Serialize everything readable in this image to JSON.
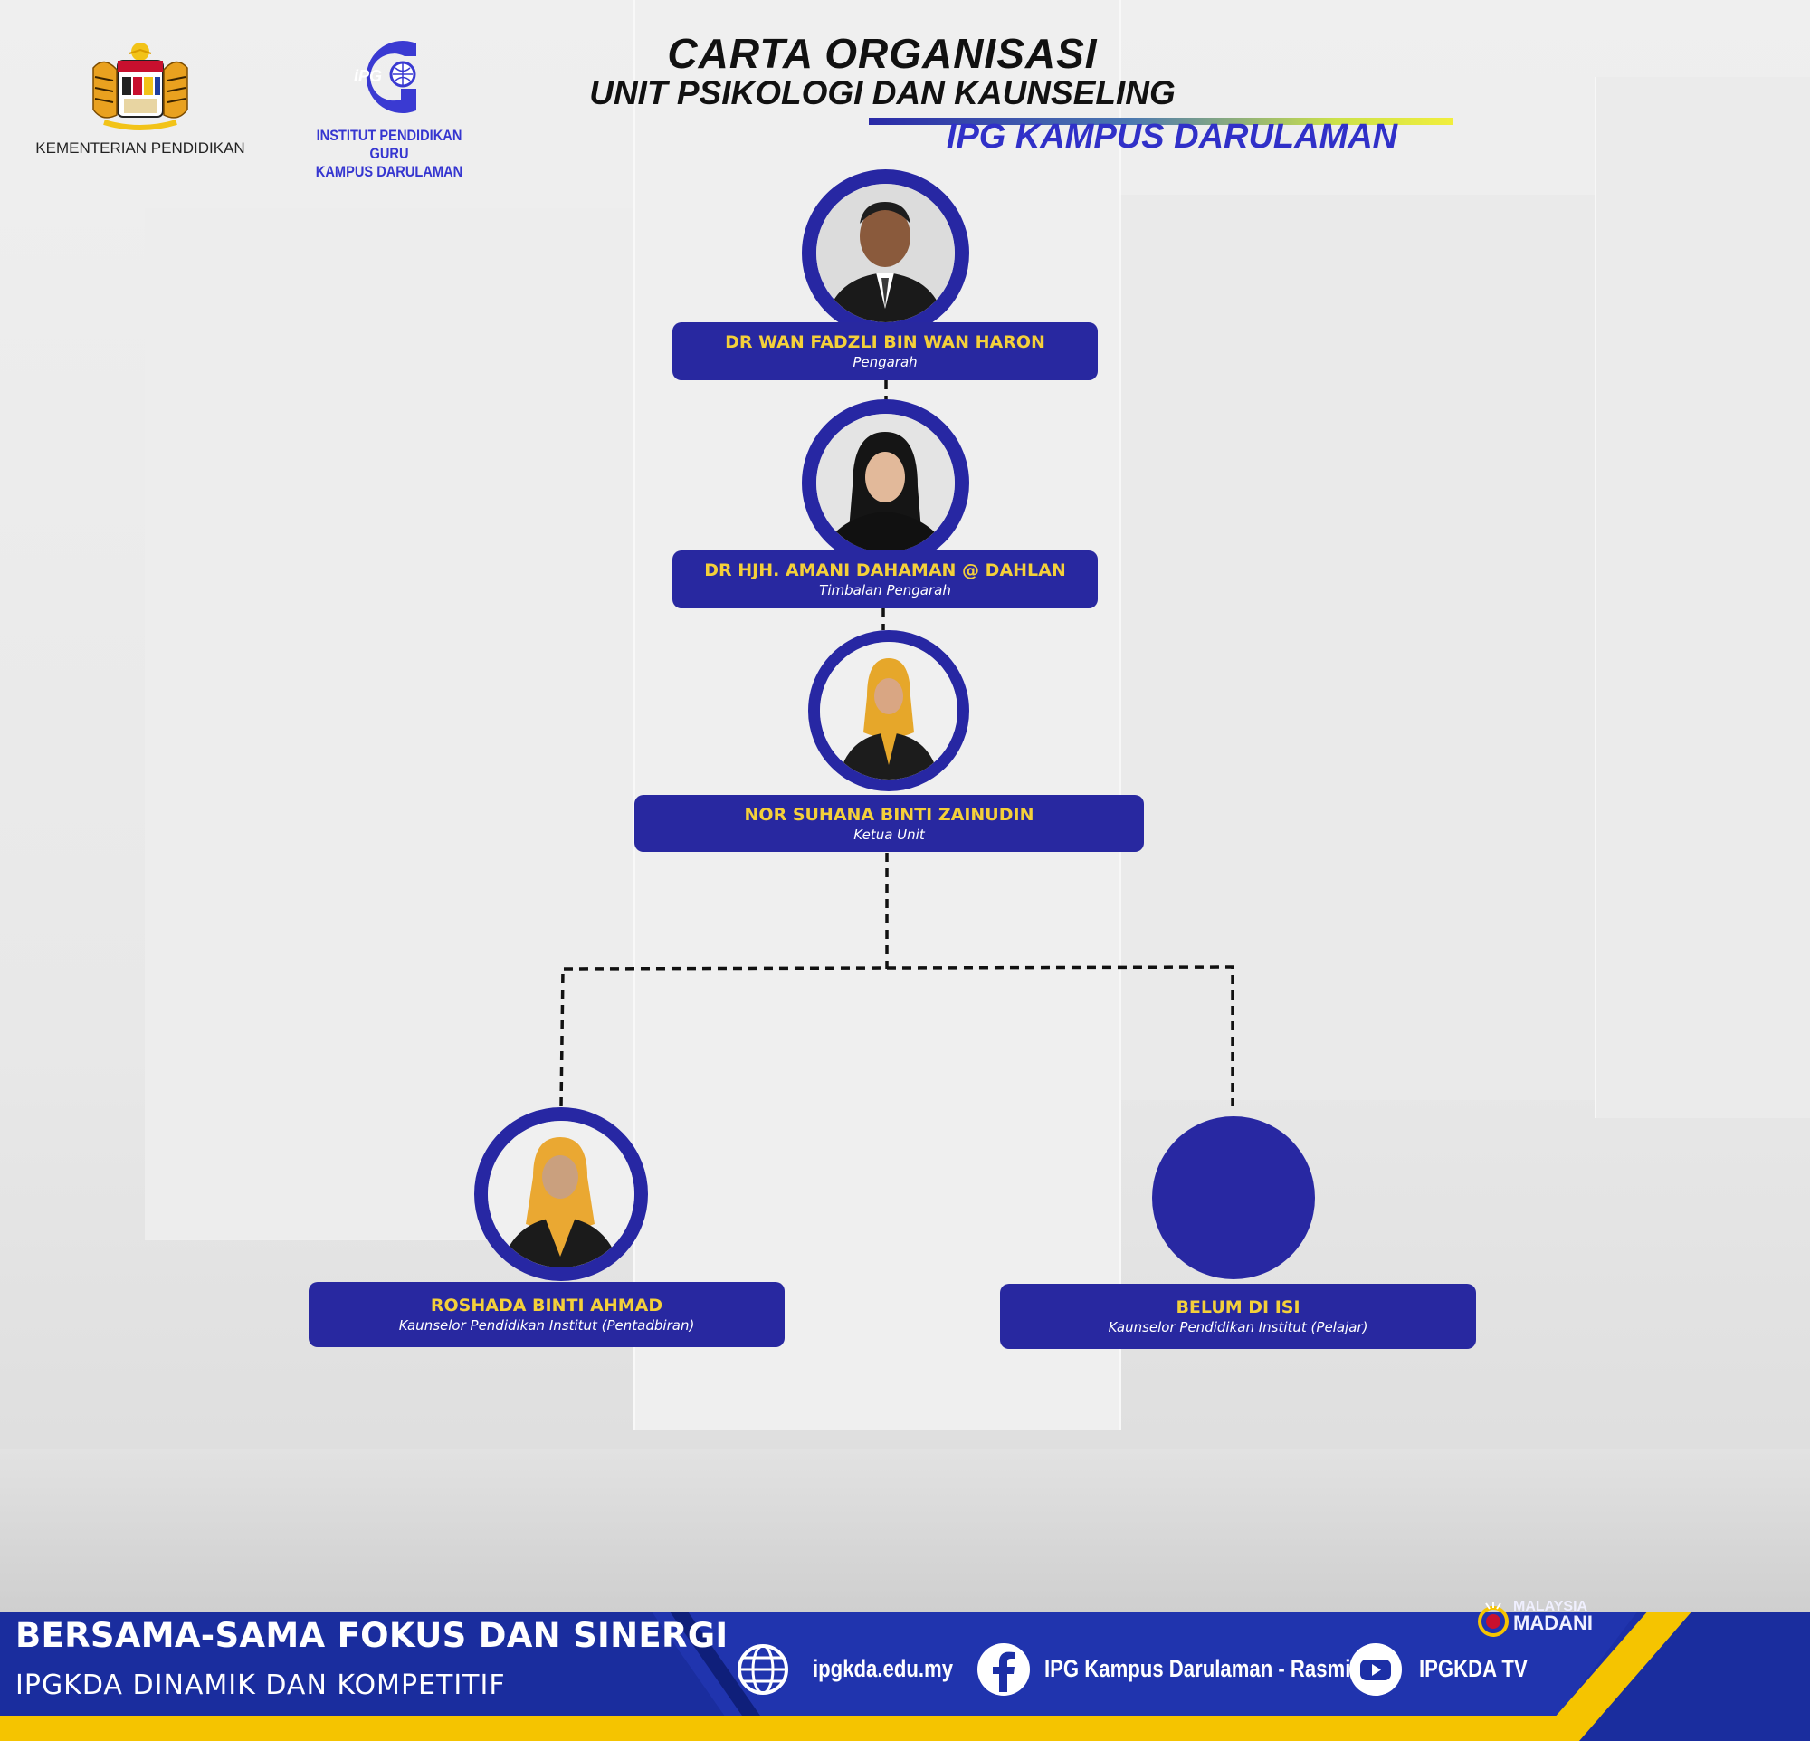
{
  "header": {
    "ministry_label": "KEMENTERIAN PENDIDIKAN",
    "institute_line1": "INSTITUT PENDIDIKAN GURU",
    "institute_line2": "KAMPUS DARULAMAN",
    "institute_logo_text": "iPG",
    "title_line1": "CARTA ORGANISASI",
    "title_line2": "UNIT PSIKOLOGI DAN KAUNSELING",
    "title_line3": "IPG KAMPUS DARULAMAN"
  },
  "org": {
    "director": {
      "name": "DR WAN FADZLI BIN WAN HARON",
      "role": "Pengarah"
    },
    "deputy": {
      "name": "DR HJH. AMANI DAHAMAN @ DAHLAN",
      "role": "Timbalan Pengarah"
    },
    "head": {
      "name": "NOR SUHANA BINTI ZAINUDIN",
      "role": "Ketua Unit"
    },
    "counselor_admin": {
      "name": "ROSHADA BINTI AHMAD",
      "role": "Kaunselor Pendidikan Institut (Pentadbiran)"
    },
    "counselor_student": {
      "name": "BELUM DI ISI",
      "role": "Kaunselor Pendidikan Institut (Pelajar)"
    }
  },
  "footer": {
    "slogan1": "BERSAMA-SAMA FOKUS DAN SINERGI",
    "slogan2": "IPGKDA DINAMIK DAN KOMPETITIF",
    "website": "ipgkda.edu.my",
    "facebook": "IPG Kampus Darulaman - Rasmi",
    "youtube": "IPGKDA TV",
    "madani_line1": "MALAYSIA",
    "madani_line2": "MADANI"
  },
  "colors": {
    "navy": "#2828a0",
    "gold": "#f4d03a",
    "yellow_stripe": "#f5c400",
    "footer_blue": "#1b2fa4"
  },
  "icons": [
    "globe-icon",
    "facebook-icon",
    "youtube-icon",
    "coat-of-arms-logo",
    "ipg-logo",
    "malaysia-madani-logo"
  ]
}
